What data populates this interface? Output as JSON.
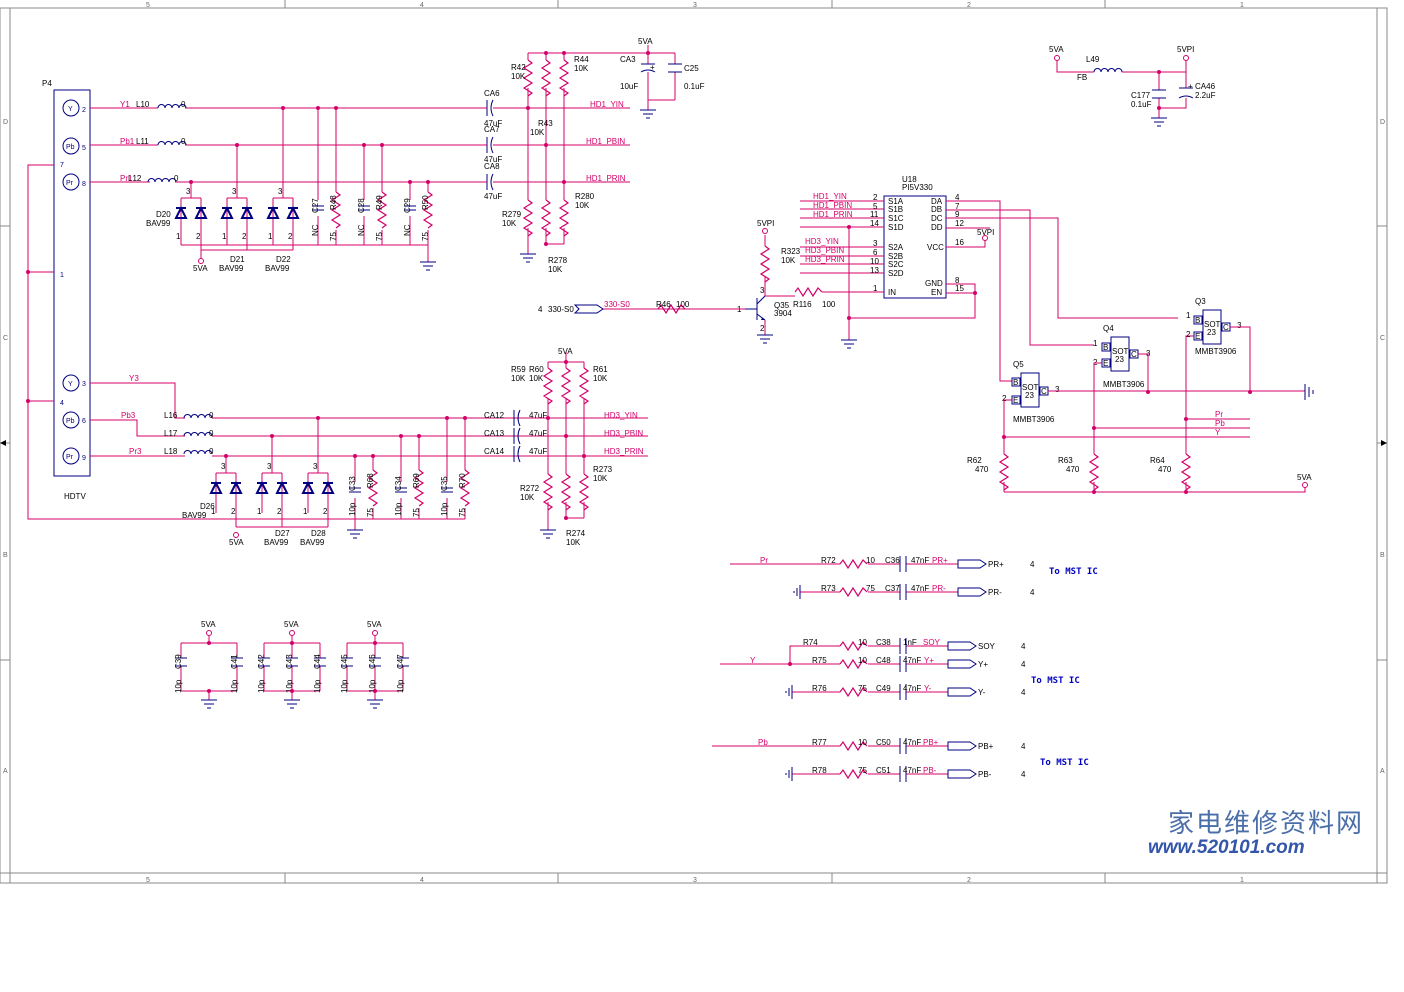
{
  "frame": {
    "cols_top": [
      "5",
      "4",
      "3",
      "2",
      "1"
    ],
    "rows_left": [
      "D",
      "C",
      "B",
      "A"
    ]
  },
  "connector": {
    "ref": "P4",
    "label": "HDTV",
    "jacks": [
      "Y",
      "Pb",
      "Pr",
      "Y",
      "Pb",
      "Pr"
    ],
    "pins": [
      "2",
      "5",
      "8",
      "3",
      "6",
      "9",
      "7",
      "1",
      "4"
    ]
  },
  "nets": {
    "y1": "Y1",
    "pb1": "Pb1",
    "pr1": "Pr1",
    "y3": "Y3",
    "pb3": "Pb3",
    "pr3": "Pr3",
    "hd1_yin": "HD1_YIN",
    "hd1_pbin": "HD1_PBIN",
    "hd1_prin": "HD1_PRIN",
    "hd3_yin": "HD3_YIN",
    "hd3_pbin": "HD3_PBIN",
    "hd3_prin": "HD3_PRIN",
    "sel": "330-S0",
    "sel_pin": "4",
    "pr": "Pr",
    "pb": "Pb",
    "y": "Y",
    "v5va": "5VA",
    "v5vpi": "5VPI"
  },
  "inductors": {
    "l10": "L10",
    "l11": "L11",
    "l12": "L12",
    "l16": "L16",
    "l17": "L17",
    "l18": "L18",
    "l49": "L49",
    "fb": "FB",
    "zero": "0"
  },
  "diodes": {
    "d20": "D20",
    "d21": "D21",
    "d22": "D22",
    "d26": "D26",
    "d27": "D27",
    "d28": "D28",
    "part": "BAV99",
    "p1": "1",
    "p2": "2",
    "p3": "3"
  },
  "caps": {
    "ca6": "CA6",
    "ca7": "CA7",
    "ca8": "CA8",
    "ca12": "CA12",
    "ca13": "CA13",
    "ca14": "CA14",
    "ca3": "CA3",
    "c25": "C25",
    "c177": "C177",
    "ca46": "CA46",
    "c27": "C27",
    "c28": "C28",
    "c29": "C29",
    "c33": "C33",
    "c34": "C34",
    "c35": "C35",
    "c39": "C39",
    "c41": "C41",
    "c42": "C42",
    "c43": "C43",
    "c44": "C44",
    "c45": "C45",
    "c46": "C46",
    "c47": "C47",
    "c36": "C36",
    "c37": "C37",
    "c38": "C38",
    "c48": "C48",
    "c49": "C49",
    "c50": "C50",
    "c51": "C51",
    "v47u": "47uF",
    "v10u": "10uF",
    "v01u": "0.1uF",
    "v22u": "2.2uF",
    "vnc": "NC",
    "v10p": "10p",
    "v47n": "47nF",
    "v1n": "1nF"
  },
  "resistors": {
    "r42": "R42",
    "r43": "R43",
    "r44": "R44",
    "r278": "R278",
    "r279": "R279",
    "r280": "R280",
    "r48": "R48",
    "r49": "R49",
    "r50": "R50",
    "r59": "R59",
    "r60": "R60",
    "r61": "R61",
    "r272": "R272",
    "r273": "R273",
    "r274": "R274",
    "r68": "R68",
    "r69": "R69",
    "r70": "R70",
    "r323": "R323",
    "r46": "R46",
    "r116": "R116",
    "r62": "R62",
    "r63": "R63",
    "r64": "R64",
    "r72": "R72",
    "r73": "R73",
    "r74": "R74",
    "r75": "R75",
    "r76": "R76",
    "r77": "R77",
    "r78": "R78",
    "v10k": "10K",
    "v75": "75",
    "v100": "100",
    "v470": "470",
    "v10": "10"
  },
  "ic": {
    "ref": "U18",
    "part": "PI5V330",
    "left_pins": [
      {
        "n": "2",
        "name": "S1A"
      },
      {
        "n": "5",
        "name": "S1B"
      },
      {
        "n": "11",
        "name": "S1C"
      },
      {
        "n": "14",
        "name": "S1D"
      },
      {
        "n": "3",
        "name": "S2A"
      },
      {
        "n": "6",
        "name": "S2B"
      },
      {
        "n": "10",
        "name": "S2C"
      },
      {
        "n": "13",
        "name": "S2D"
      },
      {
        "n": "1",
        "name": "IN"
      }
    ],
    "right_pins": [
      {
        "n": "4",
        "name": "DA"
      },
      {
        "n": "7",
        "name": "DB"
      },
      {
        "n": "9",
        "name": "DC"
      },
      {
        "n": "12",
        "name": "DD"
      },
      {
        "n": "16",
        "name": "VCC"
      },
      {
        "n": "8",
        "name": "GND"
      },
      {
        "n": "15",
        "name": "EN"
      }
    ]
  },
  "transistors": {
    "q35": "Q35",
    "q35_part": "3904",
    "q3": "Q3",
    "q4": "Q4",
    "q5": "Q5",
    "q_part": "MMBT3906",
    "sot": "SOT",
    "sot2": "23",
    "b": "B",
    "c": "C",
    "e": "E",
    "p1": "1",
    "p2": "2",
    "p3": "3"
  },
  "outputs": {
    "prp": "PR+",
    "prm": "PR-",
    "soy": "SOY",
    "yp": "Y+",
    "ym": "Y-",
    "pbp": "PB+",
    "pbm": "PB-",
    "prp_o": "PR+",
    "prm_o": "PR-",
    "soy_o": "SOY",
    "yp_o": "Y+",
    "ym_o": "Y-",
    "pbp_o": "PB+",
    "pbm_o": "PB-",
    "pin": "4",
    "to_mst": "To MST IC"
  },
  "watermark": {
    "cn": "家电维修资料网",
    "url": "www.520101.com"
  }
}
